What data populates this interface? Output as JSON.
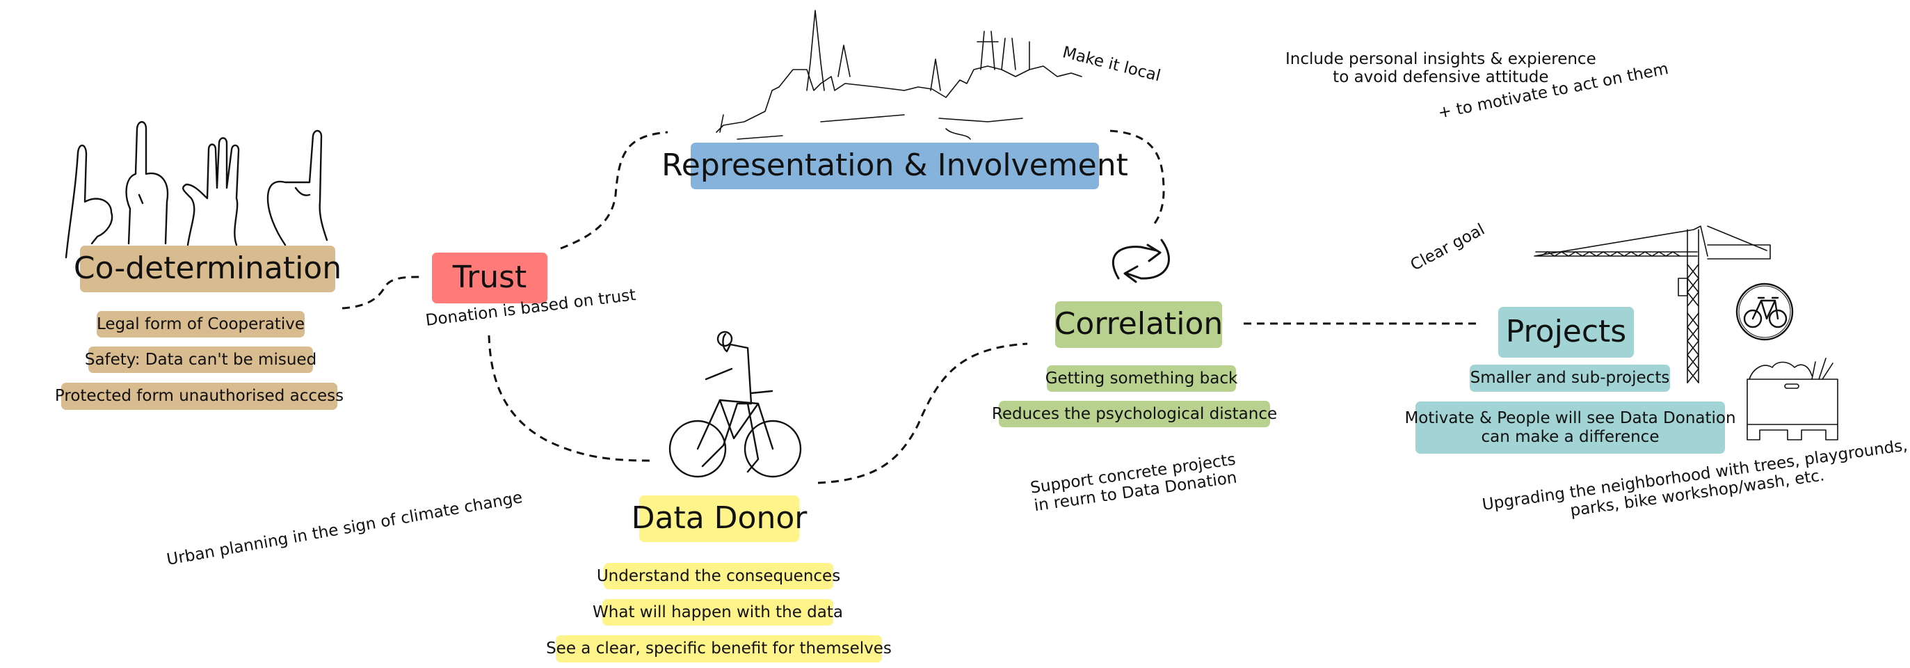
{
  "diagram": {
    "nodes": {
      "codetermination": {
        "label": "Co-determination",
        "color": "#d8bb8e",
        "items": [
          "Legal form of Cooperative",
          "Safety: Data can't be misued",
          "Protected form unauthorised access"
        ]
      },
      "trust": {
        "label": "Trust",
        "color": "#fe7b7a",
        "note": "Donation is based on trust"
      },
      "representation": {
        "label": "Representation & Involvement",
        "color": "#86b3dc",
        "note": "Make it local"
      },
      "data_donor": {
        "label": "Data Donor",
        "color": "#fef48a",
        "items": [
          "Understand the consequences",
          "What will happen with the data",
          "See a clear, specific benefit for themselves"
        ]
      },
      "correlation": {
        "label": "Correlation",
        "color": "#b8d18f",
        "items": [
          "Getting something back",
          "Reduces the psychological distance"
        ],
        "note": [
          "Support concrete projects",
          "in reurn to Data Donation"
        ]
      },
      "projects": {
        "label": "Projects",
        "color": "#a2d4d5",
        "items": [
          "Smaller and sub-projects",
          "Motivate & People will see Data Donation can make a difference"
        ],
        "items_lines": [
          "Motivate & People will see Data Donation",
          "can make a difference"
        ],
        "note": "Clear goal",
        "note2": [
          "Upgrading the neighborhood with trees, playgrounds,",
          "parks, bike workshop/wash, etc."
        ]
      }
    },
    "annotations": {
      "urban": "Urban planning in the sign of climate change",
      "insights": [
        "Include personal insights & expierence",
        "to avoid defensive attitude"
      ],
      "motivate": "+ to motivate to act on them"
    },
    "edges": [
      {
        "from": "Co-determination",
        "to": "Trust"
      },
      {
        "from": "Trust",
        "to": "Representation & Involvement"
      },
      {
        "from": "Trust",
        "to": "Data Donor"
      },
      {
        "from": "Representation & Involvement",
        "to": "Correlation"
      },
      {
        "from": "Data Donor",
        "to": "Correlation"
      },
      {
        "from": "Correlation",
        "to": "Projects"
      }
    ],
    "illustrations": [
      "hands-voting-illustration",
      "city-skyline-illustration",
      "cyclist-illustration",
      "cycle-arrows-icon",
      "construction-crane-illustration",
      "bicycle-sign-icon",
      "planter-box-illustration"
    ]
  }
}
